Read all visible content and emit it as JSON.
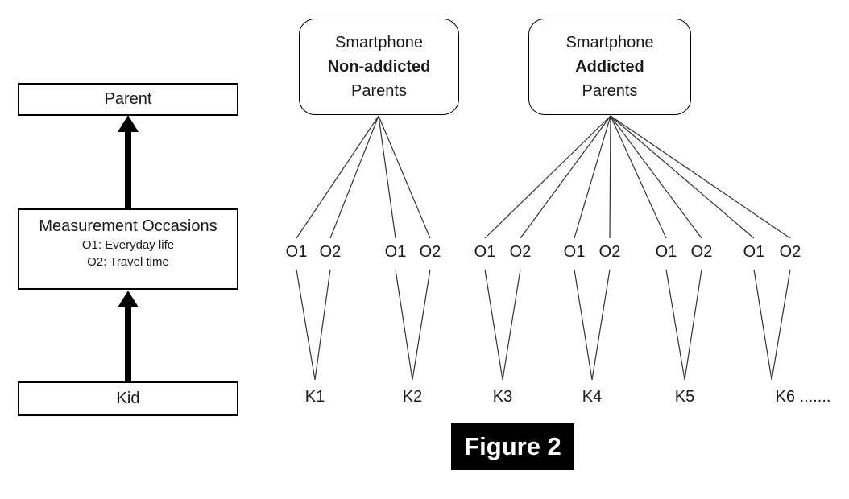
{
  "left_panel": {
    "parent": "Parent",
    "measurement": {
      "title": "Measurement Occasions",
      "line1": "O1: Everyday life",
      "line2": "O2: Travel time"
    },
    "kid": "Kid"
  },
  "groups": [
    {
      "line1": "Smartphone",
      "line2": "Non-addicted",
      "line3": "Parents"
    },
    {
      "line1": "Smartphone",
      "line2": "Addicted",
      "line3": "Parents"
    }
  ],
  "occasions": [
    "O1",
    "O2",
    "O1",
    "O2",
    "O1",
    "O2",
    "O1",
    "O2",
    "O1",
    "O2",
    "O1",
    "O2"
  ],
  "kids": [
    "K1",
    "K2",
    "K3",
    "K4",
    "K5",
    "K6 ......."
  ],
  "caption": "Figure 2",
  "colors": {
    "connector_line": "#333333",
    "arrow": "#000000",
    "caption_bg": "#000000",
    "caption_text": "#ffffff"
  }
}
